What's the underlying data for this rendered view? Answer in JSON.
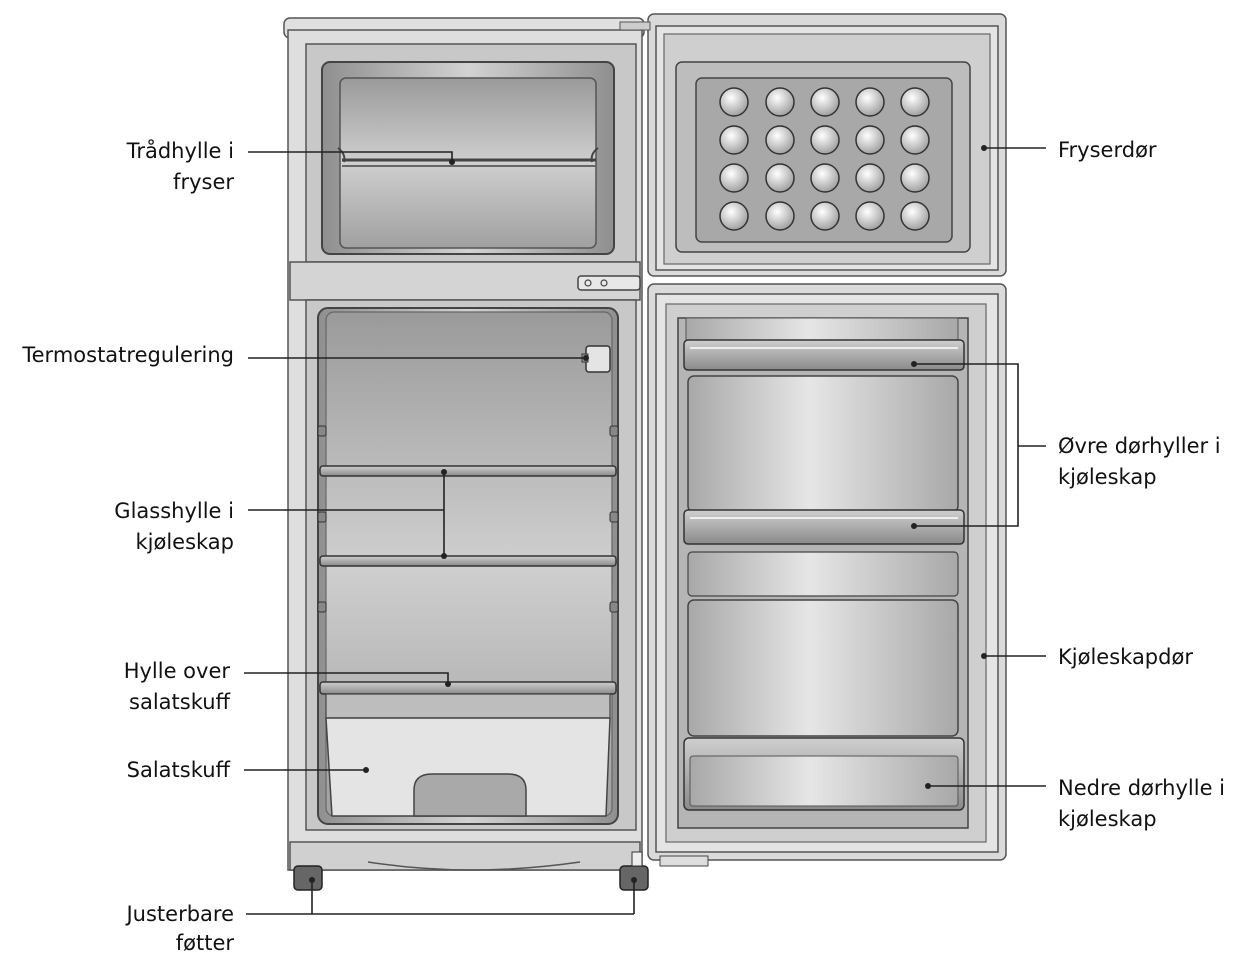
{
  "labels": {
    "tradhylle": [
      "Trådhylle i",
      "fryser"
    ],
    "termostat": [
      "Termostatregulering"
    ],
    "glasshylle": [
      "Glasshylle i",
      "kjøleskap"
    ],
    "hylle_over": [
      "Hylle over",
      "salatskuff"
    ],
    "salatskuff": [
      "Salatskuff"
    ],
    "justerbare": [
      "Justerbare",
      "føtter"
    ],
    "fryserdor": [
      "Fryserdør"
    ],
    "ovre": [
      "Øvre dørhyller i",
      "kjøleskap"
    ],
    "kjoleskapdor": [
      "Kjøleskapdør"
    ],
    "nedre": [
      "Nedre dørhylle i",
      "kjøleskap"
    ]
  },
  "colors": {
    "outline": "#555555",
    "cabinet": "#d9d9d9",
    "interior": "#b8b8b8",
    "shelf": "#9a9a9a",
    "leader": "#222222"
  }
}
